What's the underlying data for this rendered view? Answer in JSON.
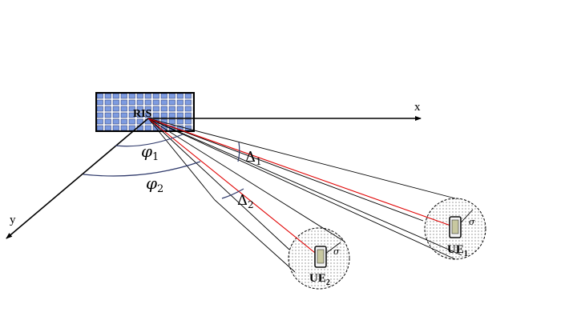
{
  "labels": {
    "ris": "RIS",
    "axis_x": "x",
    "axis_y": "y",
    "phi1": {
      "base": "φ",
      "sub": "1"
    },
    "phi2": {
      "base": "φ",
      "sub": "2"
    },
    "delta1": {
      "base": "Δ",
      "sub": "1"
    },
    "delta2": {
      "base": "Δ",
      "sub": "2"
    },
    "ue1": {
      "base": "UE",
      "sub": "1"
    },
    "ue2": {
      "base": "UE",
      "sub": "2"
    },
    "sigma1": "σ",
    "sigma2": "σ"
  },
  "colors": {
    "ris_cell": "#6b8fd6",
    "ris_border": "#000000",
    "arc": "#2f3a6b",
    "beam_center": "#e00000",
    "line": "#000000",
    "region_dots": "#555555"
  },
  "icons": [
    "phone-icon-ue1",
    "phone-icon-ue2"
  ]
}
